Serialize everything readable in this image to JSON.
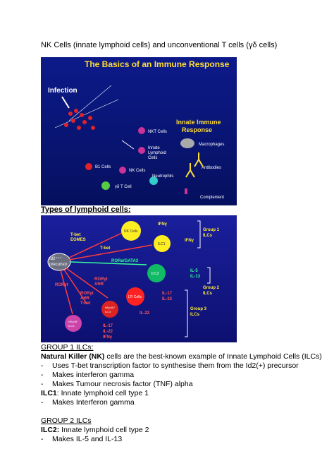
{
  "heading": "NK Cells (innate lymphoid cells) and unconventional T cells (γδ cells)",
  "figure1": {
    "title": "The Basics of an Immune Response",
    "infection": "Infection",
    "innate_response": [
      "Innate Immune",
      "Response"
    ],
    "cells": {
      "nkt": "NKT Cells",
      "innate_lymphoid": [
        "Innate",
        "Lymphoid",
        "Cells"
      ],
      "b1": "B1 Cells",
      "nk": "NK Cells",
      "gd": "γδ T Cell",
      "neutrophils": "Neutrophils",
      "macrophages": "Macrophages",
      "antibodies": "Antibodies",
      "complement": "Complement"
    }
  },
  "types_heading": "Types of lymphoid cells:",
  "figure2": {
    "precursor": [
      "Id2⁺⁺⁺",
      "precursor"
    ],
    "nk": "NK Cells",
    "ifn1": "IFNγ",
    "ilc1": "ILC1",
    "ifn2": "IFNγ",
    "tbet_eomes": [
      "T-bet",
      "EOMES"
    ],
    "tbet": "T-bet",
    "ror_gata": "RORα/GATA3",
    "ilc2": "ILC2",
    "il5": "IL-5",
    "il13": "IL-13",
    "lti": "LTi Cells",
    "il17a": "IL-17",
    "il22a": "IL-22",
    "il22b": "IL-22",
    "nkp": [
      "NKp46⁺",
      "ILC3"
    ],
    "nkn": [
      "NKp46⁻",
      "ILC3"
    ],
    "il17b": "IL-17",
    "il22c": "IL-22",
    "ifn3": "IFNγ",
    "rorgt1": "RORγt",
    "rorgt2": [
      "RORγt",
      "AHR"
    ],
    "rorgt3": [
      "RORγt",
      "AHR",
      "T-bet"
    ],
    "group1": [
      "Group 1",
      "ILCs"
    ],
    "group2": [
      "Group 2",
      "ILCs"
    ],
    "group3": [
      "Group 3",
      "ILCs"
    ]
  },
  "text": {
    "g1_heading": "GROUP 1 ILCs:",
    "nk_bold": "Natural Killer (NK)",
    "nk_rest": " cells are the best-known example of Innate Lymphoid Cells (ILCs)",
    "b1": "Uses T-bet transcription factor to synthesise them from the Id2(+) precursor",
    "b2": "Makes interferon gamma",
    "b3": "Makes Tumour necrosis factor (TNF) alpha",
    "ilc1_bold": "ILC1",
    "ilc1_rest": ": Innate lymphoid cell type 1",
    "b4": "Makes Interferon gamma",
    "g2_heading": "GROUP 2 ILCs",
    "ilc2_bold": "ILC2:",
    "ilc2_rest": " Innate lymphoid cell type 2",
    "b5": "Makes IL-5 and IL-13",
    "dash": "-"
  }
}
